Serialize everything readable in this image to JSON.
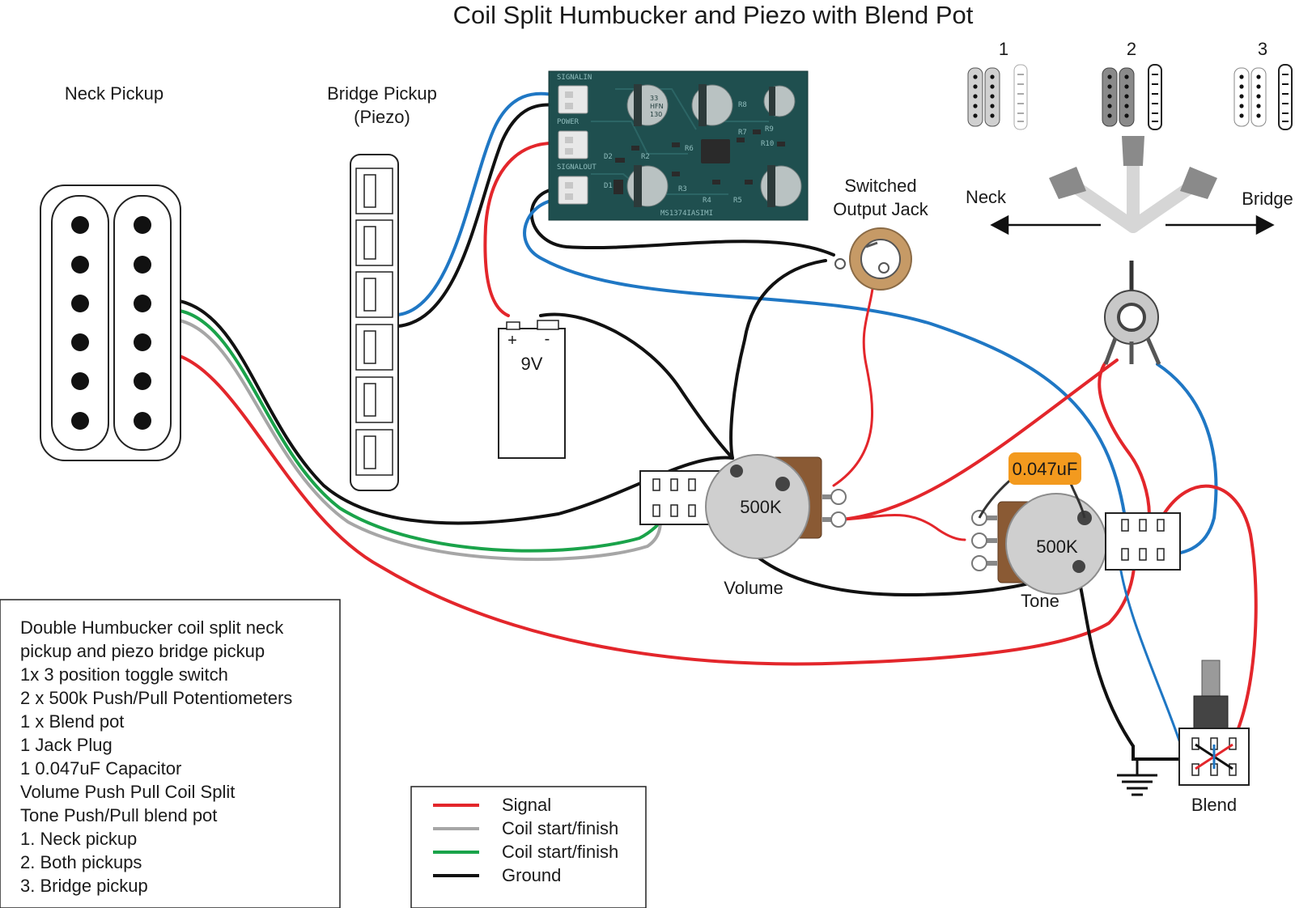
{
  "title": "Coil Split Humbucker and Piezo with Blend Pot",
  "labels": {
    "neck_pickup": "Neck Pickup",
    "bridge_pickup_line1": "Bridge Pickup",
    "bridge_pickup_line2": "(Piezo)",
    "output_jack_line1": "Switched",
    "output_jack_line2": "Output Jack",
    "battery": "9V",
    "battery_plus": "+",
    "battery_minus": "-",
    "volume_value": "500K",
    "volume_label": "Volume",
    "tone_value": "500K",
    "tone_label": "Tone",
    "capacitor": "0.047uF",
    "blend_label": "Blend",
    "switch_neck": "Neck",
    "switch_bridge": "Bridge",
    "positions": [
      "1",
      "2",
      "3"
    ]
  },
  "preamp_board": {
    "connectors": [
      "SIGNALIN",
      "POWER",
      "SIGNALOUT"
    ],
    "capacitor_marking": [
      "33",
      "HFN",
      "130"
    ],
    "resistors": [
      "R8",
      "R6",
      "R2",
      "R7",
      "R9",
      "R10",
      "R3",
      "R4",
      "R5"
    ],
    "diodes": [
      "D2",
      "D1"
    ],
    "board_code": "MS1374IASIMI"
  },
  "notes": [
    "Double Humbucker coil split neck",
    "pickup and piezo bridge pickup",
    "1x 3 position toggle switch",
    "2 x 500k Push/Pull Potentiometers",
    "1 x Blend pot",
    "1 Jack Plug",
    "1 0.047uF Capacitor",
    "Volume Push Pull Coil Split",
    "Tone Push/Pull blend pot",
    "1. Neck pickup",
    "2. Both pickups",
    "3. Bridge pickup"
  ],
  "legend": [
    {
      "label": "Signal",
      "color": "#e3262b"
    },
    {
      "label": "Coil start/finish",
      "color": "#a6a6a6"
    },
    {
      "label": "Coil start/finish",
      "color": "#1aa34a"
    },
    {
      "label": "Ground",
      "color": "#111111"
    }
  ],
  "colors": {
    "signal": "#e3262b",
    "blue": "#1f77c4",
    "green": "#1aa34a",
    "grey": "#a6a6a6",
    "ground": "#111111",
    "pcb": "#1f4f4f",
    "pot_body": "#8a5a34",
    "capacitor": "#f39a1e"
  }
}
